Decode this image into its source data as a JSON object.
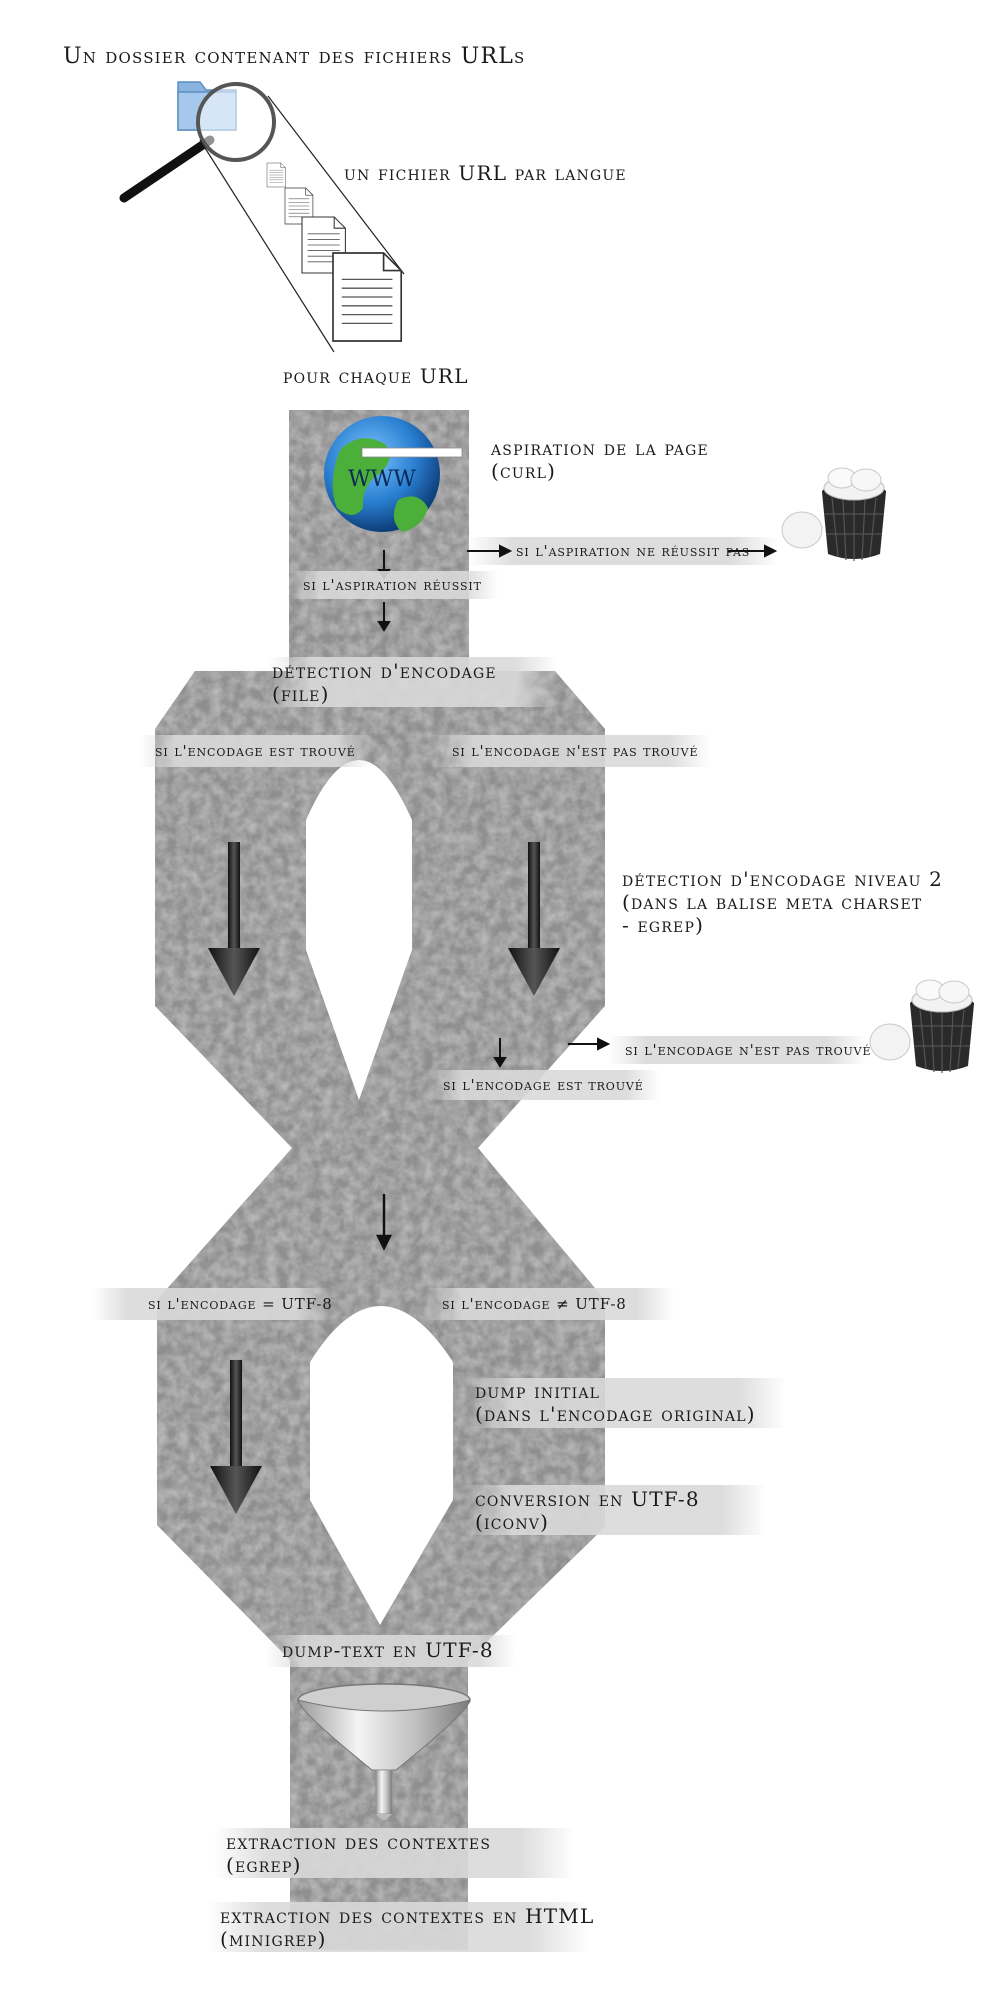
{
  "title": "Un dossier contenant des fichiers URLs",
  "labels": {
    "one_file_per_language": "un fichier URL par langue",
    "for_each_url": "pour chaque URL",
    "page_download": "aspiration de la page",
    "page_download_tool": "(curl)",
    "download_fails": "si l'aspiration ne réussit pas",
    "download_succeeds": "si l'aspiration réussit",
    "encoding_detection": "détection d'encodage",
    "encoding_detection_tool": "(file)",
    "encoding_found": "si l'encodage est trouvé",
    "encoding_not_found": "si l'encodage n'est pas trouvé",
    "detection_level2_line1": "détection d'encodage niveau 2",
    "detection_level2_line2": "(dans la balise meta charset",
    "detection_level2_line3": "- egrep)",
    "encoding_not_found_2": "si l'encodage n'est pas trouvé",
    "encoding_found_2": "si l'encodage est trouvé",
    "encoding_utf8": "si l'encodage = UTF-8",
    "encoding_not_utf8": "si l'encodage ≠ UTF-8",
    "dump_initial_line1": "dump initial",
    "dump_initial_line2": "(dans l'encodage original)",
    "conversion_line1": "conversion en UTF-8",
    "conversion_line2": "(iconv)",
    "dump_text": "dump-text en UTF-8",
    "extraction_line1": "extraction des contextes",
    "extraction_line2": "(egrep)",
    "extraction_html_line1": "extraction des contextes en HTML",
    "extraction_html_line2": "(minigrep)"
  },
  "icons": {
    "folder": "folder-icon",
    "magnifier": "magnifier-icon",
    "document": "document-icon",
    "globe": "globe-icon",
    "trash": "trash-bin-icon",
    "funnel": "funnel-icon",
    "arrow": "arrow-down-icon"
  },
  "colors": {
    "road": "#8f8f8f",
    "road_dark": "#6a6a6a",
    "label_band": "#d9d9d9",
    "text": "#1a1a1a",
    "globe_ocean": "#2a7fd1",
    "globe_land": "#4caf3a",
    "folder": "#8ab4e0"
  }
}
